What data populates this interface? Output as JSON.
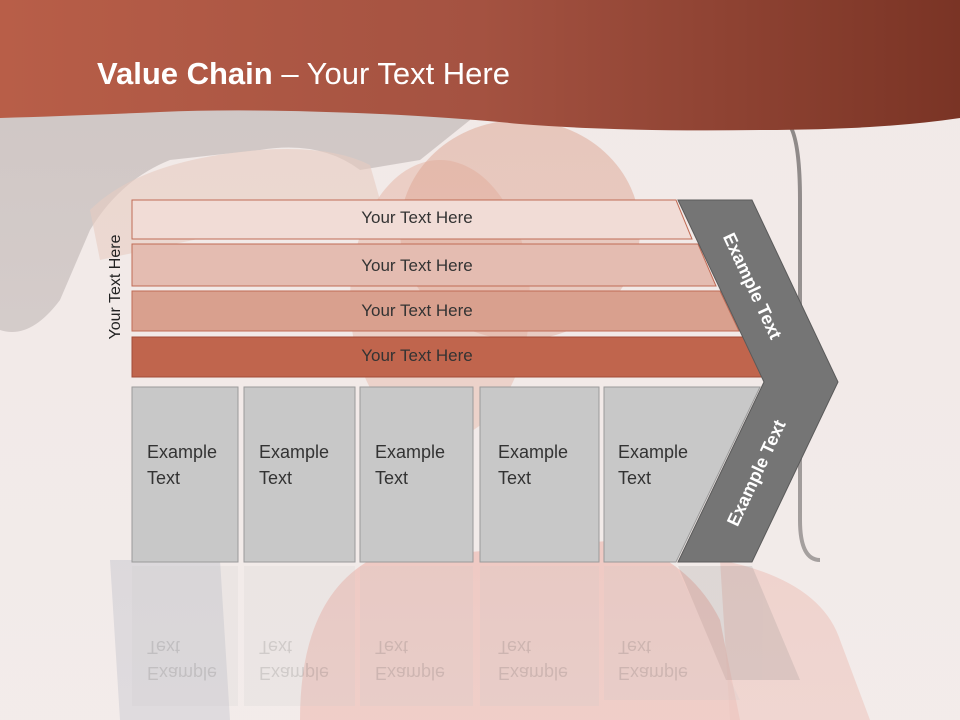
{
  "title": {
    "bold": "Value Chain",
    "rest": " – Your Text Here"
  },
  "side_label": "Your Text Here",
  "bands": [
    {
      "label": "Your Text Here",
      "color": "#f1dcd6"
    },
    {
      "label": "Your Text Here",
      "color": "#e4bcb1"
    },
    {
      "label": "Your Text Here",
      "color": "#d9a08e"
    },
    {
      "label": "Your Text Here",
      "color": "#c0654d"
    }
  ],
  "boxes": [
    {
      "label": [
        "Example",
        "Text"
      ]
    },
    {
      "label": [
        "Example",
        "Text"
      ]
    },
    {
      "label": [
        "Example",
        "Text"
      ]
    },
    {
      "label": [
        "Example",
        "Text"
      ]
    },
    {
      "label": [
        "Example",
        "Text"
      ]
    }
  ],
  "chevron": {
    "upper_label": "Example Text",
    "lower_label": "Example Text",
    "color": "#757575"
  },
  "colors": {
    "header": "#a85240",
    "box_fill": "#c8c8c8"
  }
}
